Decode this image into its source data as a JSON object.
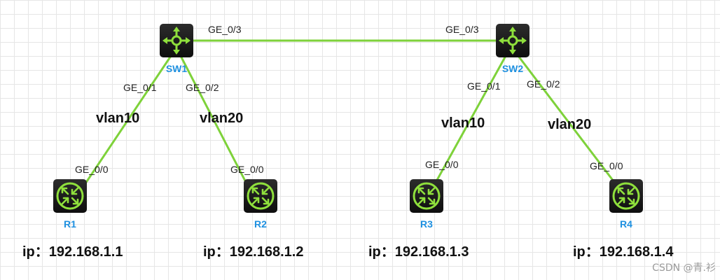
{
  "devices": {
    "sw1": {
      "label": "SW1"
    },
    "sw2": {
      "label": "SW2"
    },
    "r1": {
      "label": "R1",
      "ip_prefix": "ip：",
      "ip": "192.168.1.1"
    },
    "r2": {
      "label": "R2",
      "ip_prefix": "ip：",
      "ip": "192.168.1.2"
    },
    "r3": {
      "label": "R3",
      "ip_prefix": "ip：",
      "ip": "192.168.1.3"
    },
    "r4": {
      "label": "R4",
      "ip_prefix": "ip：",
      "ip": "192.168.1.4"
    }
  },
  "links": {
    "sw1_sw2": {
      "a_port": "GE_0/3",
      "b_port": "GE_0/3"
    },
    "sw1_r1": {
      "a_port": "GE_0/1",
      "b_port": "GE_0/0",
      "vlan": "vlan10"
    },
    "sw1_r2": {
      "a_port": "GE_0/2",
      "b_port": "GE_0/0",
      "vlan": "vlan20"
    },
    "sw2_r3": {
      "a_port": "GE_0/1",
      "b_port": "GE_0/0",
      "vlan": "vlan10"
    },
    "sw2_r4": {
      "a_port": "GE_0/2",
      "b_port": "GE_0/0",
      "vlan": "vlan20"
    }
  },
  "watermark": "CSDN @青.衫",
  "colors": {
    "link": "#7ed23a",
    "label": "#1e90e0",
    "device_body": "#1b1b1b"
  },
  "icons": {
    "switch": "switch-icon",
    "router": "router-icon"
  }
}
